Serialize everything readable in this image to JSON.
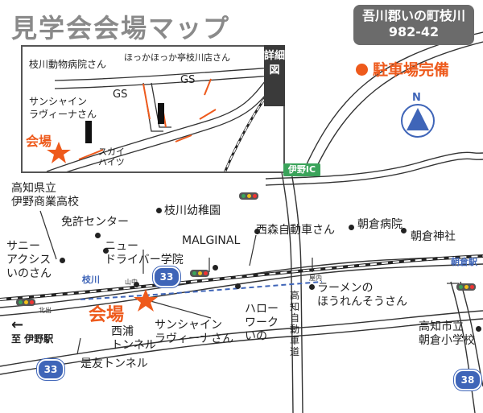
{
  "title": "見学会会場マップ",
  "address": {
    "line1": "吾川郡いの町枝川",
    "line2": "982-42"
  },
  "parking": "駐車場完備",
  "north": "N",
  "inset": {
    "tag": "詳細図",
    "labels": {
      "hospital": "枝川動物病院さん",
      "hokka": "ほっかほっか亭枝川店さん",
      "gs1": "GS",
      "gs2": "GS",
      "sunshine": "サンシャイン\nラヴィーナさん",
      "venue": "会場",
      "skyheights": "スカイ\nハイツ"
    }
  },
  "ic_label": "伊野IC",
  "places": {
    "school": "高知県立\n伊野商業高校",
    "menkyo": "免許センター",
    "kindergarten": "枝川幼稚園",
    "new_driver": "ニュー\nドライバー学院",
    "malginal": "MALGINAL",
    "nishimori": "西森自動車さん",
    "asakura_hospital": "朝倉病院",
    "asakura_shrine": "朝倉神社",
    "sunny": "サニー\nアクシス\nいのさん",
    "eda_station": "枝川",
    "yamanaka": "山中",
    "asakura_station": "朝倉駅",
    "kitade": "北出",
    "ramen": "ラーメンの\nほうれんそうさん",
    "hello_work": "ハロー\nワーク\nいの",
    "venue_main": "会場",
    "nishiura": "西浦\nトンネル",
    "sunshine_main": "サンシャイン\nラヴィーナさん",
    "korekomo": "是友トンネル",
    "expressway": "高知自動車道",
    "toward_ino": "至 伊野駅",
    "asakura_school": "高知市立\n朝倉小学校",
    "yachiyo": "屋内"
  },
  "route_numbers": {
    "r33a": "33",
    "r33b": "33",
    "r38": "38"
  },
  "colors": {
    "accent": "#ee5a1c",
    "road": "#3f65b8",
    "ic": "#3aa35a"
  }
}
